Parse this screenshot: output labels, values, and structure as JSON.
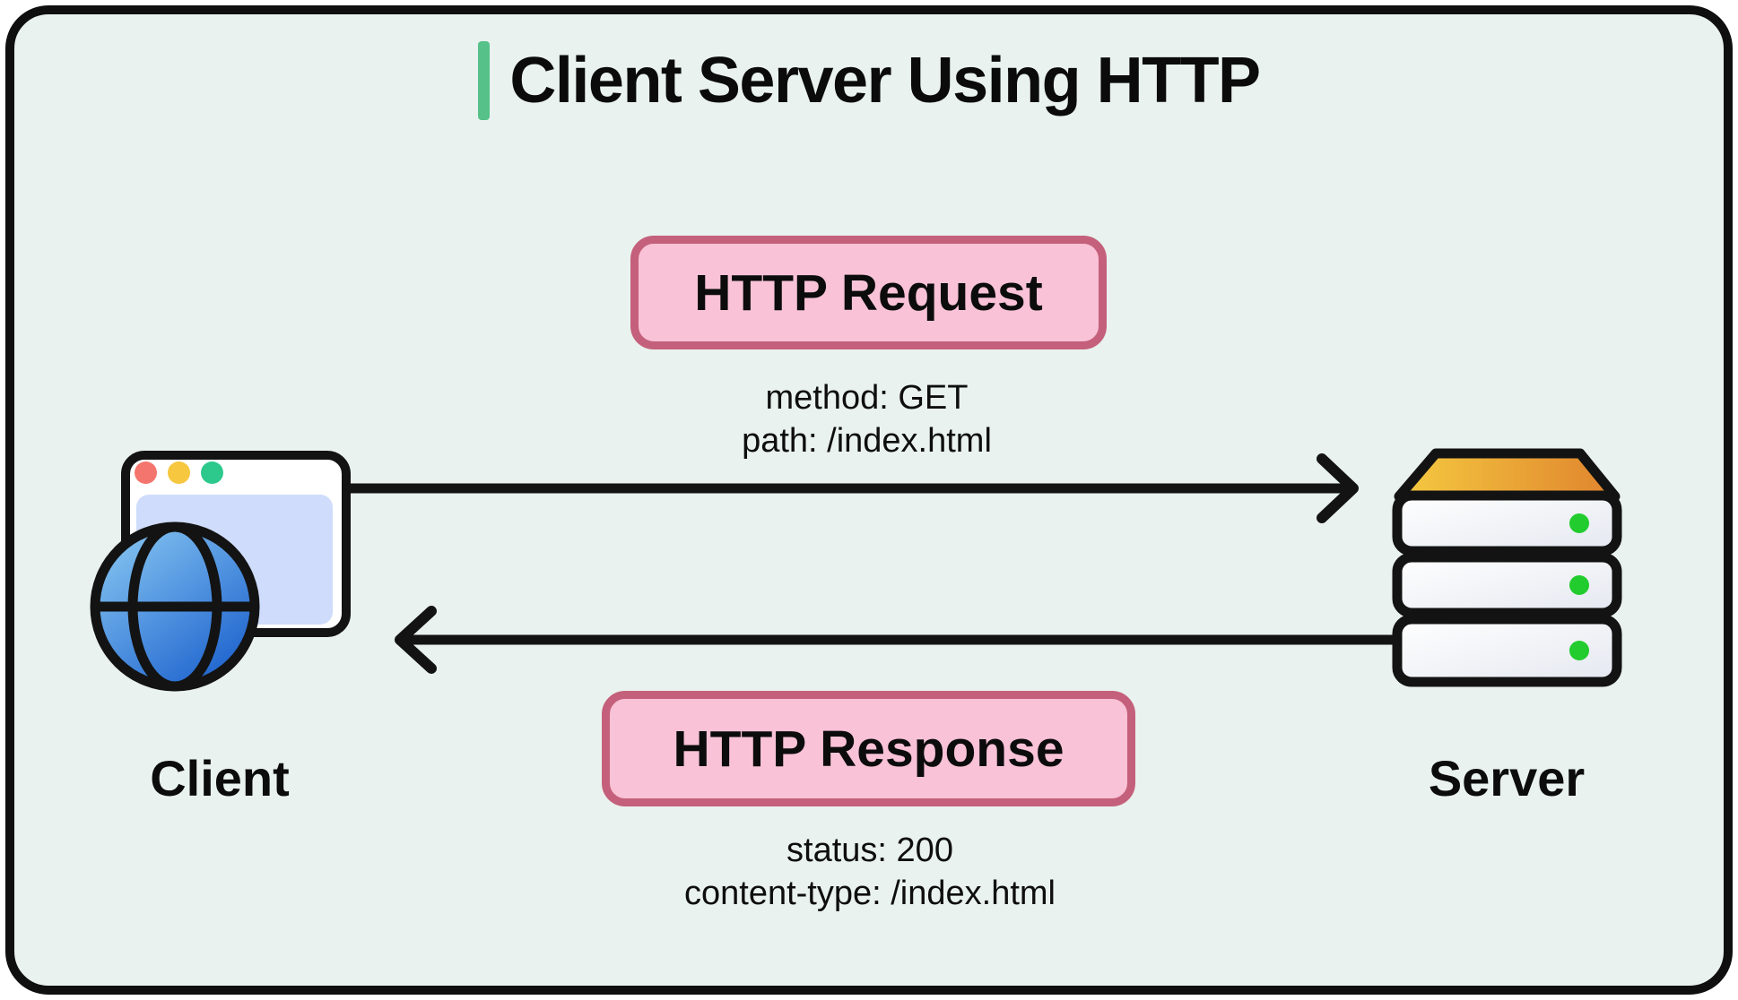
{
  "title": {
    "text": "Client Server Using HTTP"
  },
  "request": {
    "label": "HTTP Request",
    "meta": [
      "method: GET",
      "path: /index.html"
    ]
  },
  "response": {
    "label": "HTTP Response",
    "meta": [
      "status: 200",
      "content-type: /index.html"
    ]
  },
  "client": {
    "label": "Client"
  },
  "server": {
    "label": "Server"
  },
  "icons": {
    "client": "browser-window-globe-icon",
    "server": "server-stack-icon",
    "request_arrow": "arrow-right-icon",
    "response_arrow": "arrow-left-icon"
  },
  "colors": {
    "canvas_background": "#e9f2ee",
    "outer_border": "#0f0f0f",
    "title_accent": "#56c189",
    "pill_fill": "#f9c2d6",
    "pill_border": "#c4607b",
    "text": "#101010",
    "window_content": "#cfdcfb",
    "dot_red": "#f4756d",
    "dot_yellow": "#f6c73f",
    "dot_green": "#2dc98c",
    "globe_blue_light": "#8ecdf4",
    "globe_blue_dark": "#1e63ce",
    "server_top_yellow": "#f5ca40",
    "server_top_orange": "#e0842e",
    "server_led_green": "#22cc2e",
    "stroke_black": "#131313"
  }
}
